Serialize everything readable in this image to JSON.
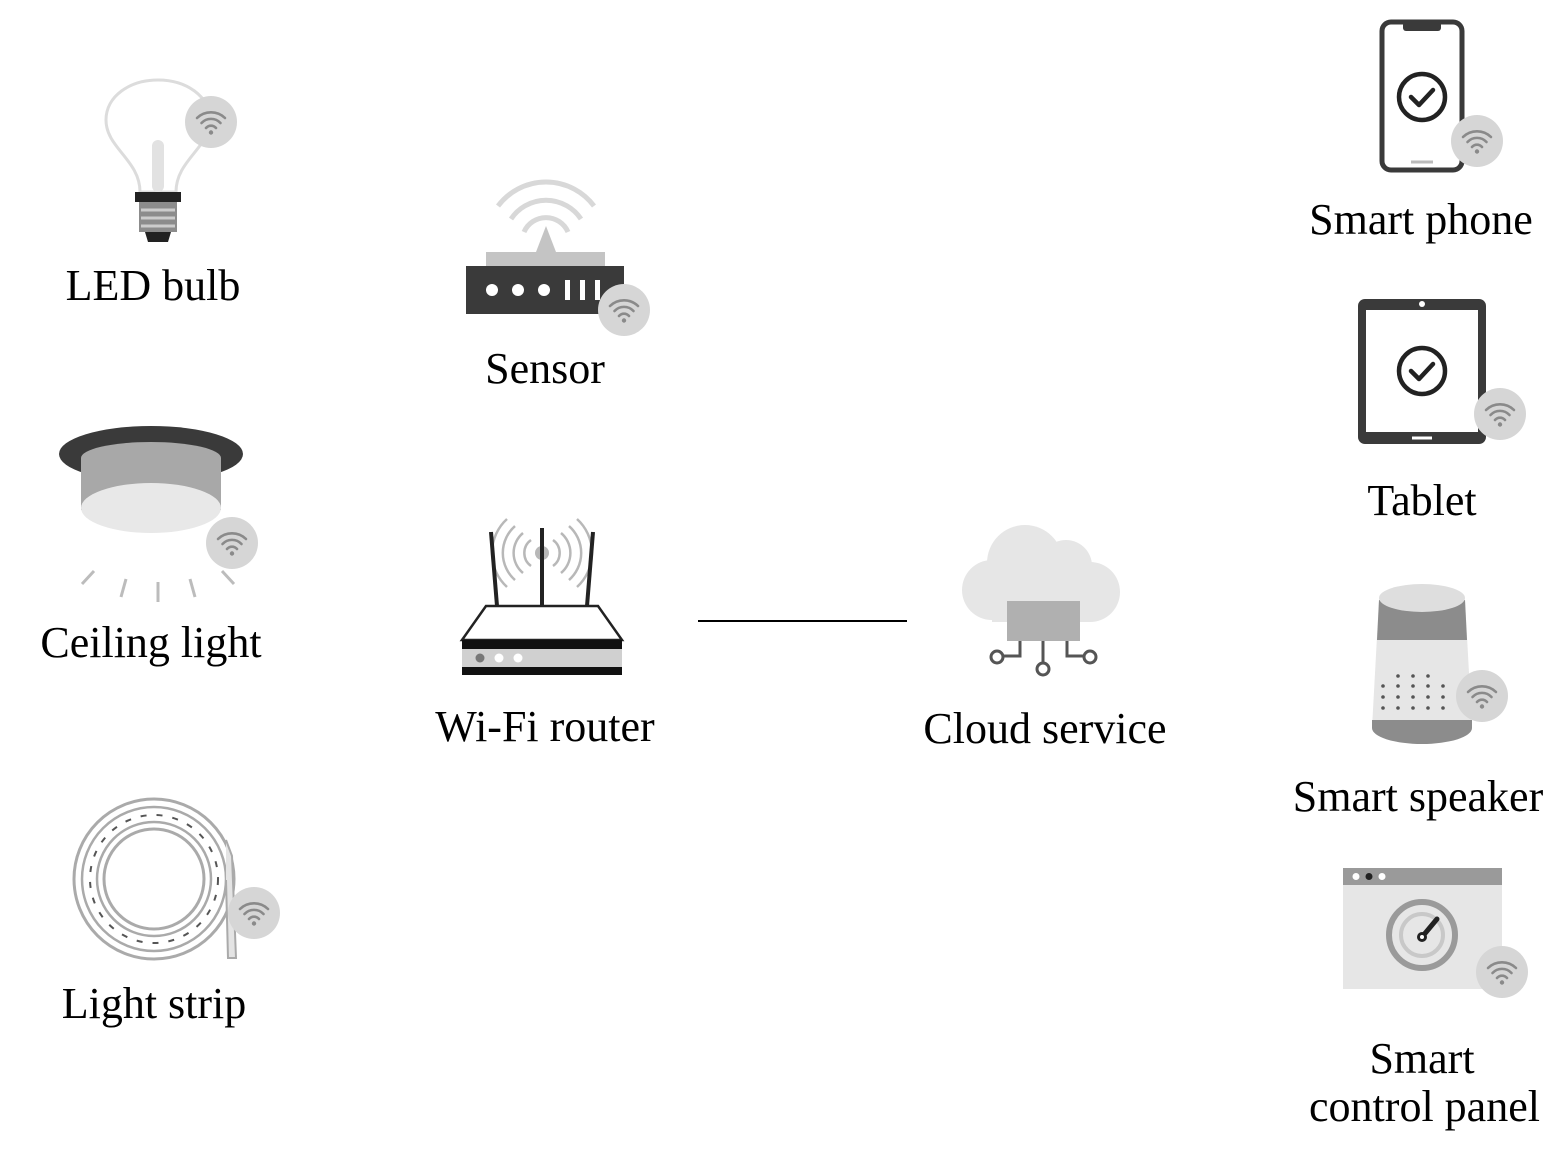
{
  "devices": {
    "led_bulb": "LED bulb",
    "ceiling_light": "Ceiling light",
    "light_strip": "Light strip",
    "sensor": "Sensor",
    "wifi_router": "Wi-Fi router",
    "cloud_service": "Cloud service",
    "smart_phone": "Smart phone",
    "tablet": "Tablet",
    "smart_speaker": "Smart speaker",
    "smart_control_panel_line1": "Smart",
    "smart_control_panel_line2": "control panel"
  },
  "icons": {
    "led_bulb": "lightbulb-icon",
    "ceiling_light": "ceiling-light-icon",
    "light_strip": "light-strip-icon",
    "sensor": "sensor-icon",
    "wifi_router": "router-icon",
    "cloud_service": "cloud-icon",
    "smart_phone": "phone-icon",
    "tablet": "tablet-icon",
    "smart_speaker": "speaker-icon",
    "smart_control_panel": "control-panel-icon",
    "wifi_badge": "wifi-icon"
  },
  "colors": {
    "dark": "#3a3a3a",
    "mid": "#a8a8a8",
    "light": "#e6e6e6",
    "badge": "#d6d6d6"
  }
}
